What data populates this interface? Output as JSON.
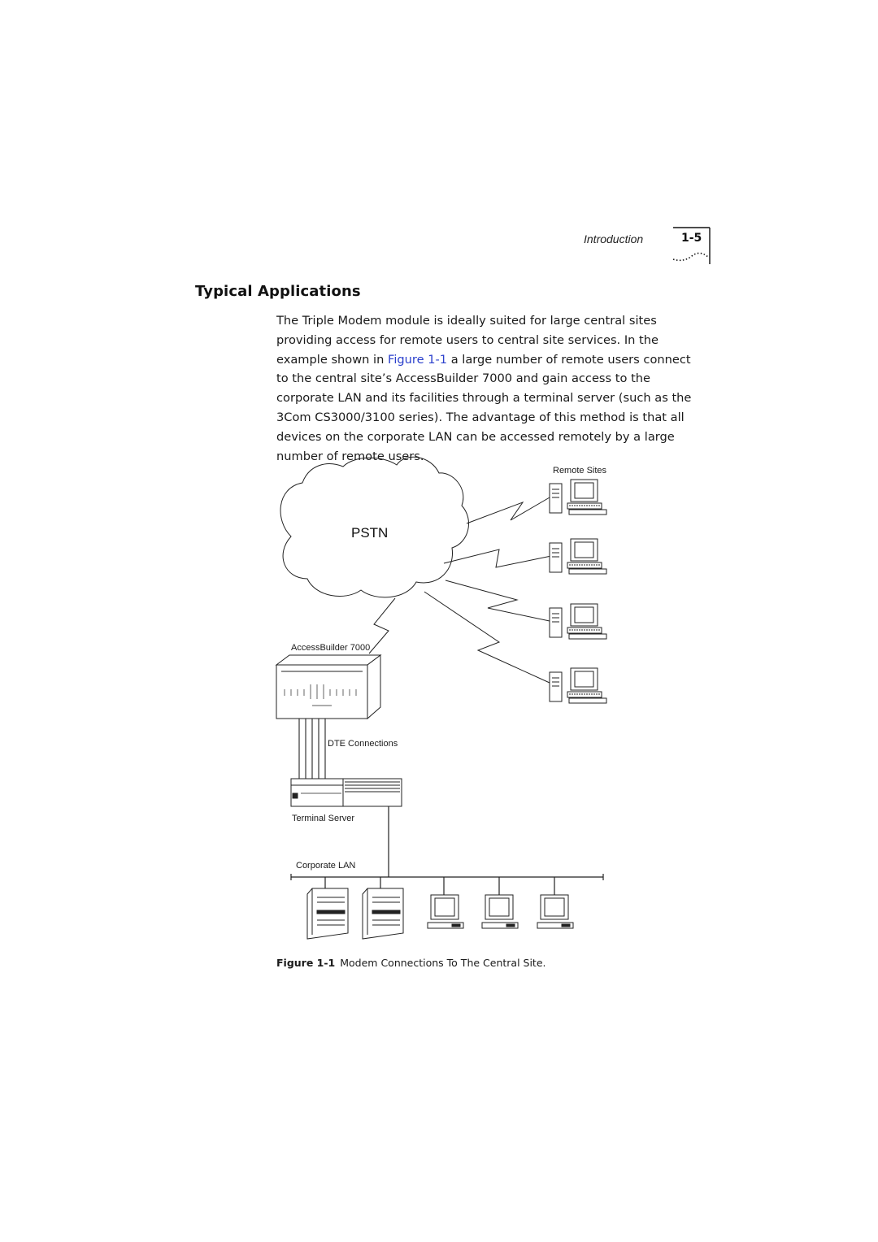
{
  "header": {
    "section": "Introduction",
    "page_number": "1-5"
  },
  "heading": "Typical Applications",
  "paragraph": {
    "before_ref": "The Triple Modem module is ideally suited for large central sites providing access for remote users to central site services. In the example shown in ",
    "ref": "Figure 1-1",
    "after_ref": " a large number of remote users connect to the central site’s AccessBuilder 7000 and gain access to the corporate LAN and its facilities through a terminal server (such as the 3Com CS3000/3100 series). The advantage of this method is that all devices on the corporate LAN can be accessed remotely by a large number of remote users."
  },
  "figure": {
    "cloud_label": "PSTN",
    "remote_sites_label": "Remote Sites",
    "access_builder_label": "AccessBuilder 7000",
    "dte_label": "DTE Connections",
    "terminal_server_label": "Terminal Server",
    "corporate_lan_label": "Corporate LAN",
    "caption_number": "Figure 1-1",
    "caption_text": "Modem Connections To The Central Site."
  },
  "colors": {
    "link": "#2a3fcc",
    "line": "#222222"
  }
}
